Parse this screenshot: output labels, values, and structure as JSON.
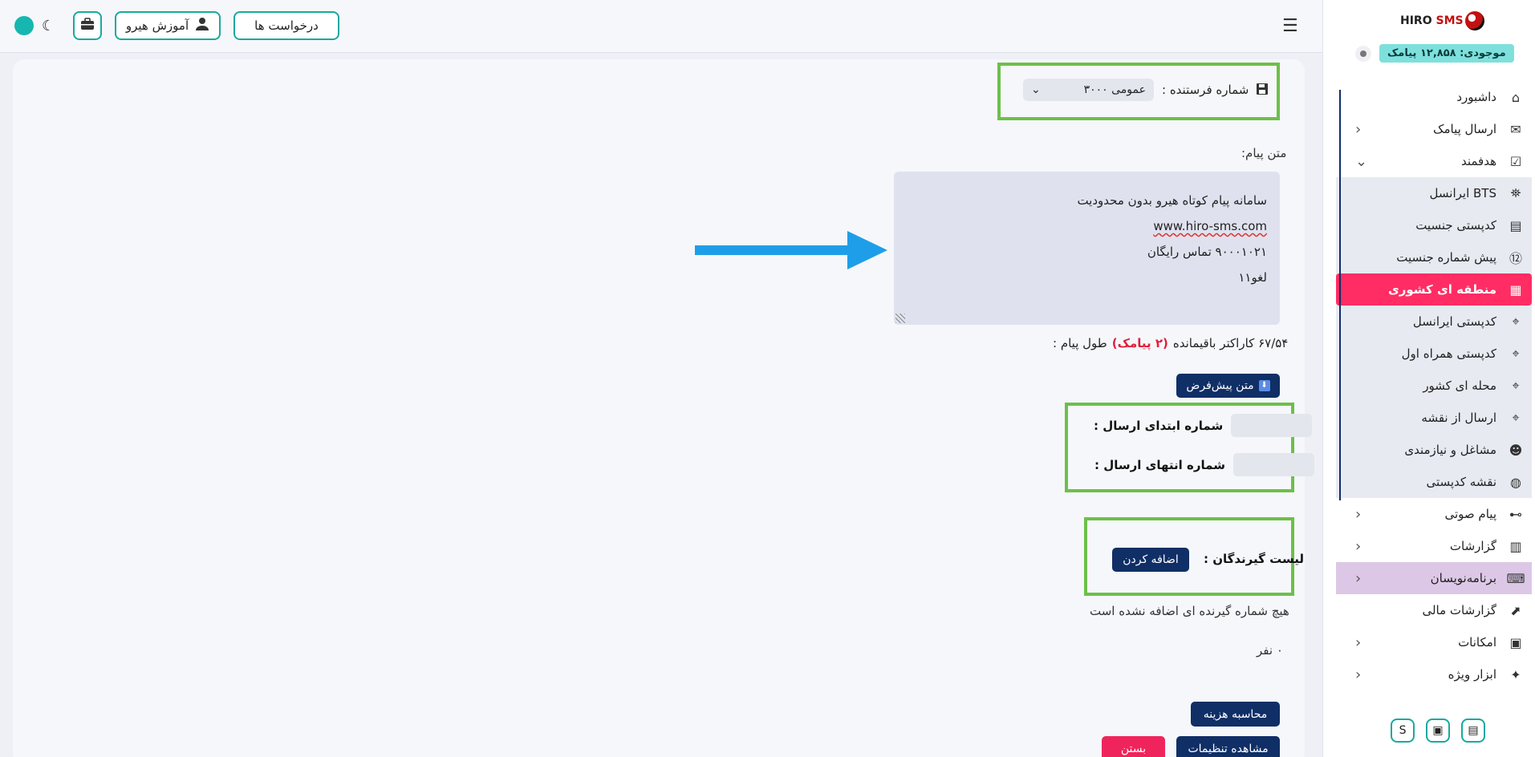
{
  "topbar": {
    "requests_label": "درخواست ها",
    "training_label": "آموزش هیرو",
    "menu_icon": "hamburger-icon",
    "briefcase_icon": "briefcase-icon",
    "theme_icon": "moon-icon"
  },
  "sidebar": {
    "logo_prefix": "HIRO",
    "logo_suffix": "SMS",
    "balance": "موجودی: ۱۲,۸۵۸ پیامک",
    "items": [
      {
        "label": "داشبورد",
        "icon": "home-icon",
        "glyph": "⌂"
      },
      {
        "label": "ارسال پیامک",
        "icon": "sms-icon",
        "glyph": "✉"
      },
      {
        "label": "هدفمند",
        "icon": "target-icon",
        "glyph": "☑"
      },
      {
        "label": "BTS ایرانسل",
        "icon": "antenna-icon",
        "glyph": "⛯"
      },
      {
        "label": "کدپستی جنسیت",
        "icon": "id-card-icon",
        "glyph": "▤"
      },
      {
        "label": "پیش شماره جنسیت",
        "icon": "number-icon",
        "glyph": "⑫"
      },
      {
        "label": "منطقه ای کشوری",
        "icon": "map-icon",
        "glyph": "▦"
      },
      {
        "label": "کدپستی ایرانسل",
        "icon": "map-pin-icon",
        "glyph": "⌖"
      },
      {
        "label": "کدپستی همراه اول",
        "icon": "map-pin-icon",
        "glyph": "⌖"
      },
      {
        "label": "محله ای کشور",
        "icon": "map-pin-icon",
        "glyph": "⌖"
      },
      {
        "label": "ارسال از نقشه",
        "icon": "map-pin-icon",
        "glyph": "⌖"
      },
      {
        "label": "مشاغل و نیازمندی",
        "icon": "jobs-icon",
        "glyph": "☻"
      },
      {
        "label": "نقشه کدپستی",
        "icon": "globe-icon",
        "glyph": "◍"
      },
      {
        "label": "پیام صوتی",
        "icon": "voicemail-icon",
        "glyph": "⊶"
      },
      {
        "label": "گزارشات",
        "icon": "report-icon",
        "glyph": "▥"
      },
      {
        "label": "برنامه‌نویسان",
        "icon": "code-icon",
        "glyph": "⌨"
      },
      {
        "label": "گزارشات مالی",
        "icon": "finance-icon",
        "glyph": "⬈"
      },
      {
        "label": "امکانات",
        "icon": "features-icon",
        "glyph": "▣"
      },
      {
        "label": "ابزار ویژه",
        "icon": "sparkle-icon",
        "glyph": "✦"
      }
    ],
    "bottom": {
      "b1": "S",
      "b2": "▣",
      "b3": "▤"
    }
  },
  "form": {
    "sender_label": "شماره فرستنده :",
    "sender_value": "عمومی ۳۰۰۰",
    "message_label": "متن پیام:",
    "message_lines": [
      "سامانه پیام کوتاه هیرو بدون محدودیت",
      "www.hiro-sms.com",
      "۹۰۰۰۱۰۲۱ تماس رایگان",
      "لغو۱۱"
    ],
    "length_prefix": "طول پیام :",
    "length_sms": "(۲ پیامک)",
    "length_suffix": "۶۷/۵۴ کاراکتر باقیمانده",
    "default_text_button": "متن پیش‌فرض",
    "range_start_label": "شماره ابتدای ارسال :",
    "range_end_label": "شماره انتهای ارسال :",
    "recipients_label": "لیست گیرندگان :",
    "add_button": "اضافه کردن",
    "no_recipients": "هیچ شماره گیرنده ای اضافه نشده است",
    "count": "۰ نفر",
    "calc_button": "محاسبه هزینه",
    "settings_button": "مشاهده تنظیمات",
    "close_button": "بستن"
  },
  "colors": {
    "accent": "#1aa89f",
    "navy": "#0f2f66",
    "active": "#ff2d63",
    "highlight_box": "#6cc04a",
    "arrow": "#1e9ee8"
  }
}
